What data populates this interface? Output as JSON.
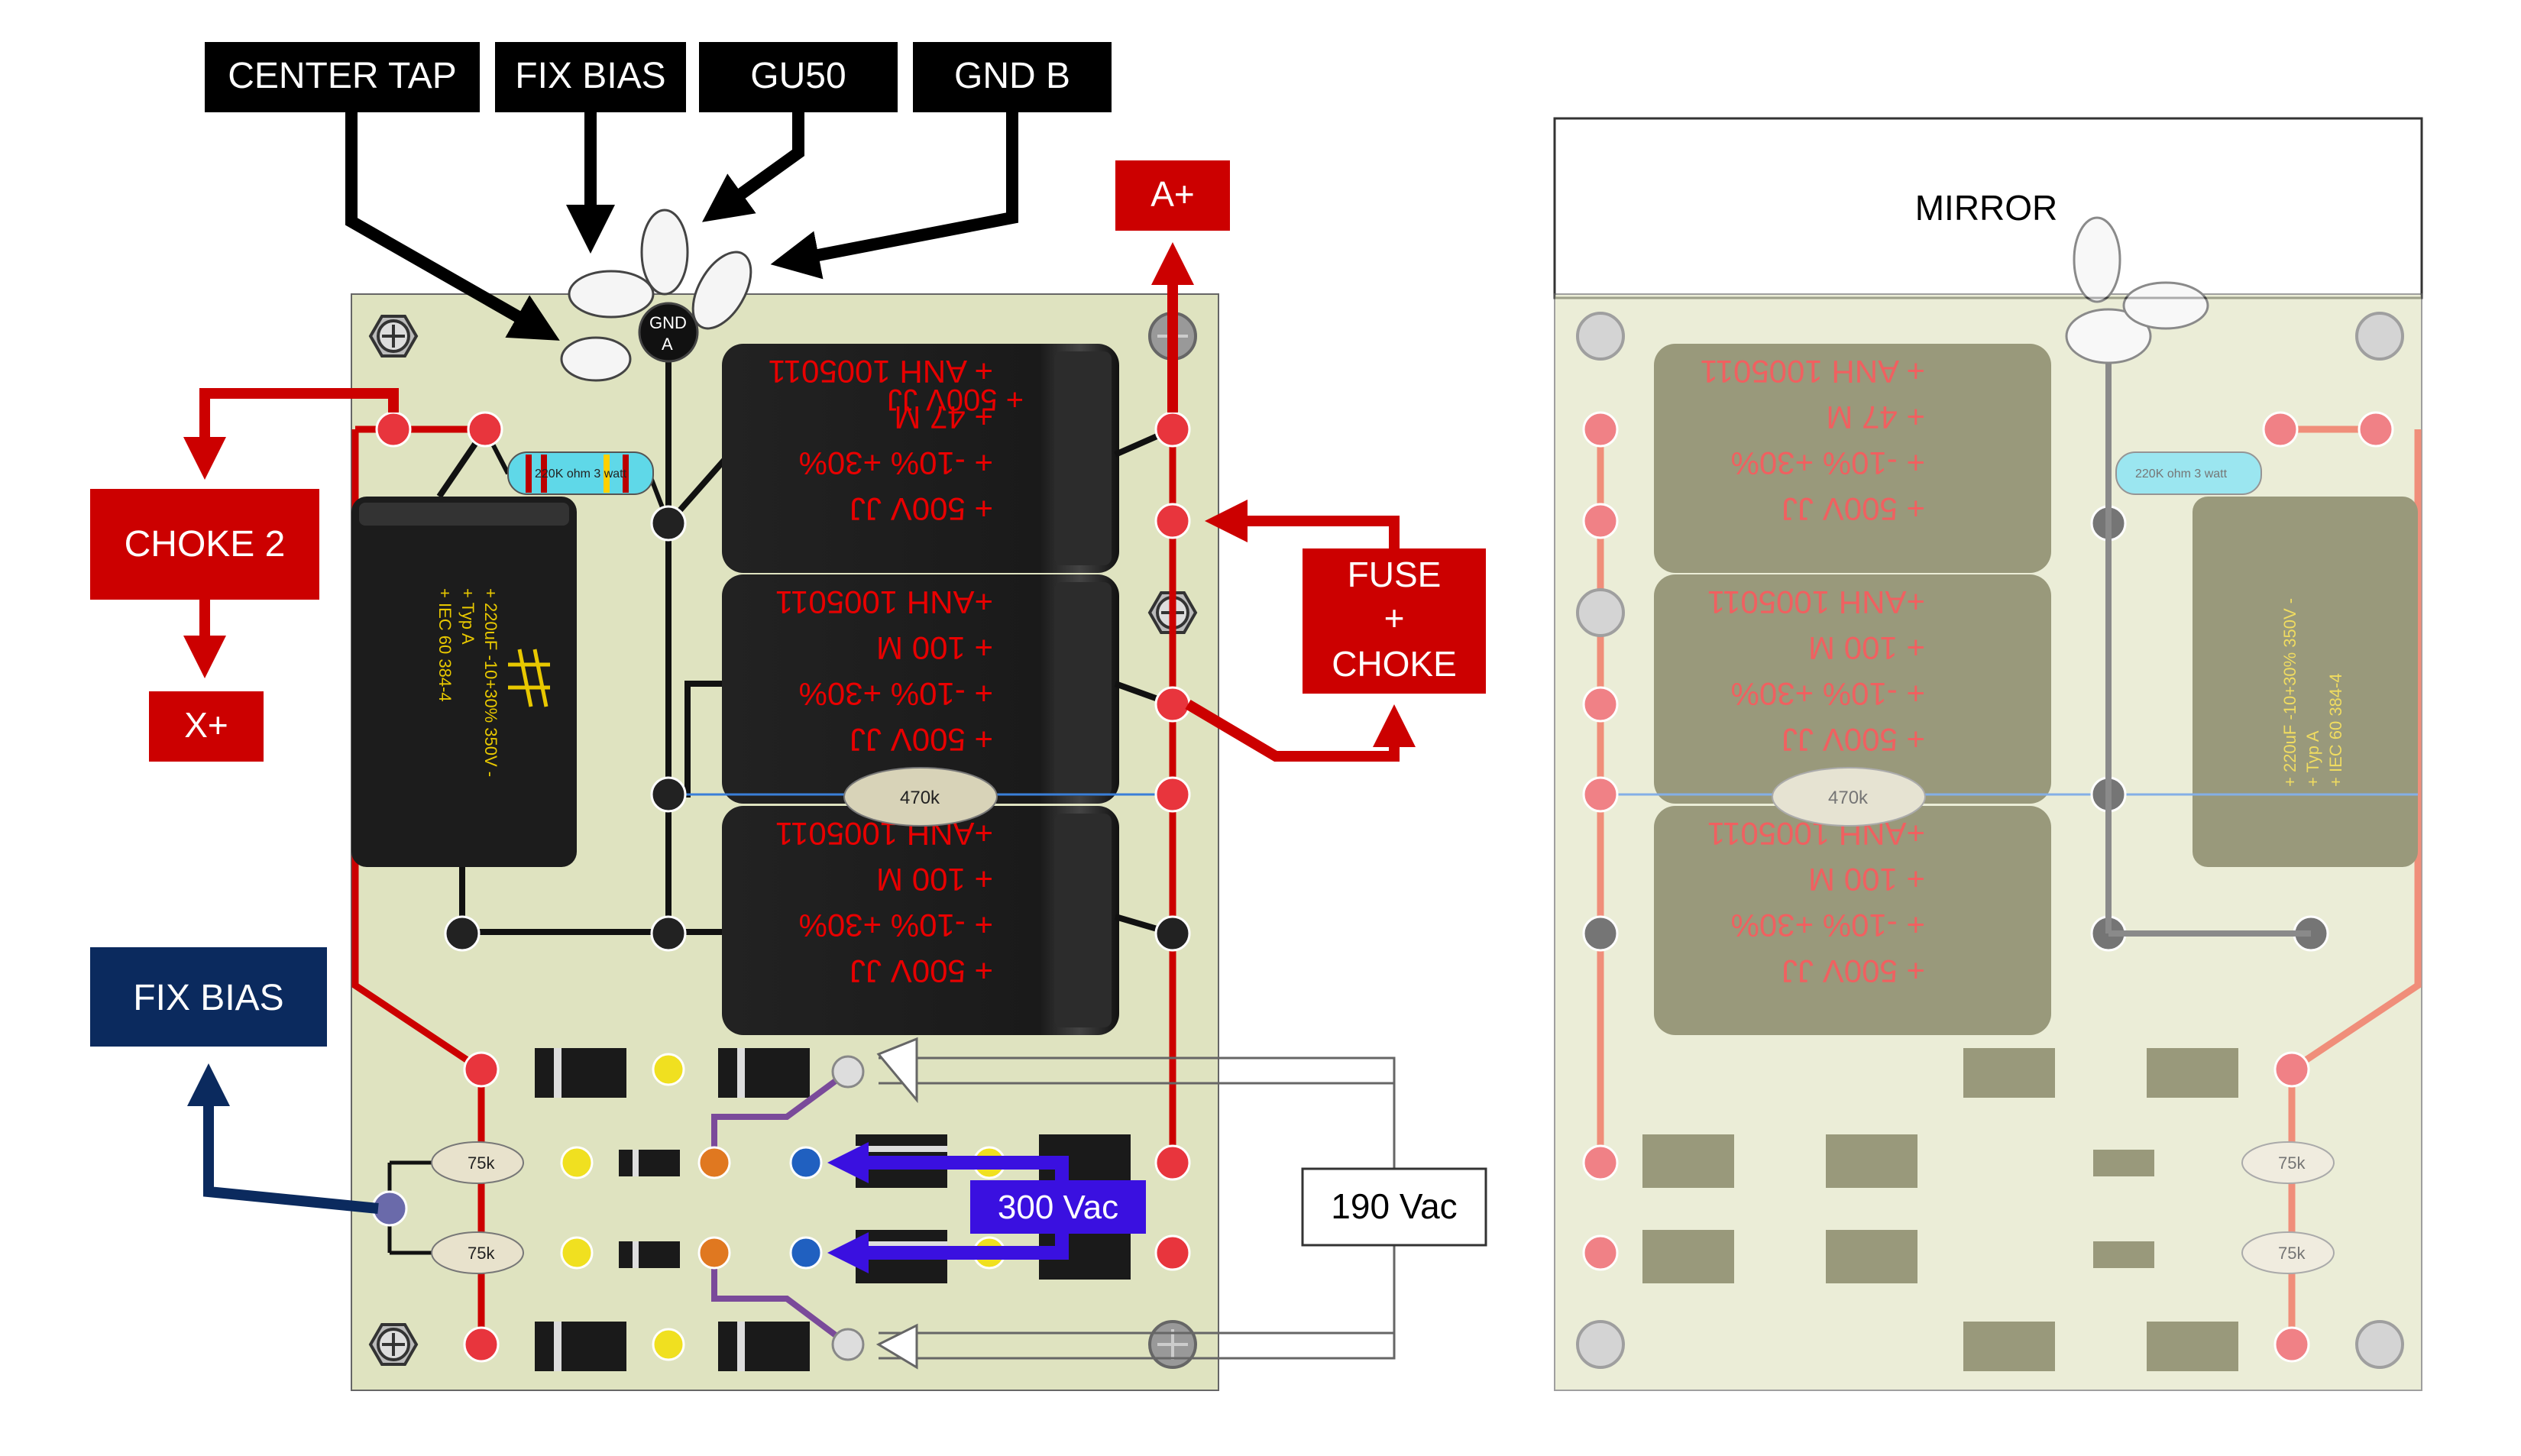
{
  "labels": {
    "center_tap": "CENTER TAP",
    "fix_bias_top": "FIX BIAS",
    "gu50": "GU50",
    "gnd_b": "GND B",
    "gnd_a_line1": "GND",
    "gnd_a_line2": "A",
    "a_plus": "A+",
    "choke2": "CHOKE 2",
    "x_plus": "X+",
    "fuse_line1": "FUSE",
    "fuse_line2": "+",
    "fuse_line3": "CHOKE",
    "fix_bias_left": "FIX BIAS",
    "vac_300": "300 Vac",
    "vac_190": "190 Vac",
    "mirror": "MIRROR"
  },
  "resistors": {
    "r220k": "220K ohm 3 watt",
    "r470k": "470k",
    "r75k": "75k"
  },
  "capacitors": {
    "jj_line1": "+  500V    JJ",
    "jj_line2": "+ -10% +30%",
    "jj_line3a": "+  47 M",
    "jj_line3b": "+  100 M",
    "jj_line4a": "+ ANH 1005011",
    "jj_line4b": "+ANH 1005011",
    "fe_line1": "+ 220uF -10+30% 350V -",
    "fe_line2": "+ Typ A",
    "fe_line3": "+ IEC 60 384-4"
  },
  "colors": {
    "board": "#dfe3c0",
    "hv_red": "#cc0000",
    "label_red": "#cc0000",
    "label_navy": "#0b2a5e",
    "bias_blue": "#3a10e0",
    "cap_body": "#1c1c1c",
    "cap_text": "#e80000"
  }
}
